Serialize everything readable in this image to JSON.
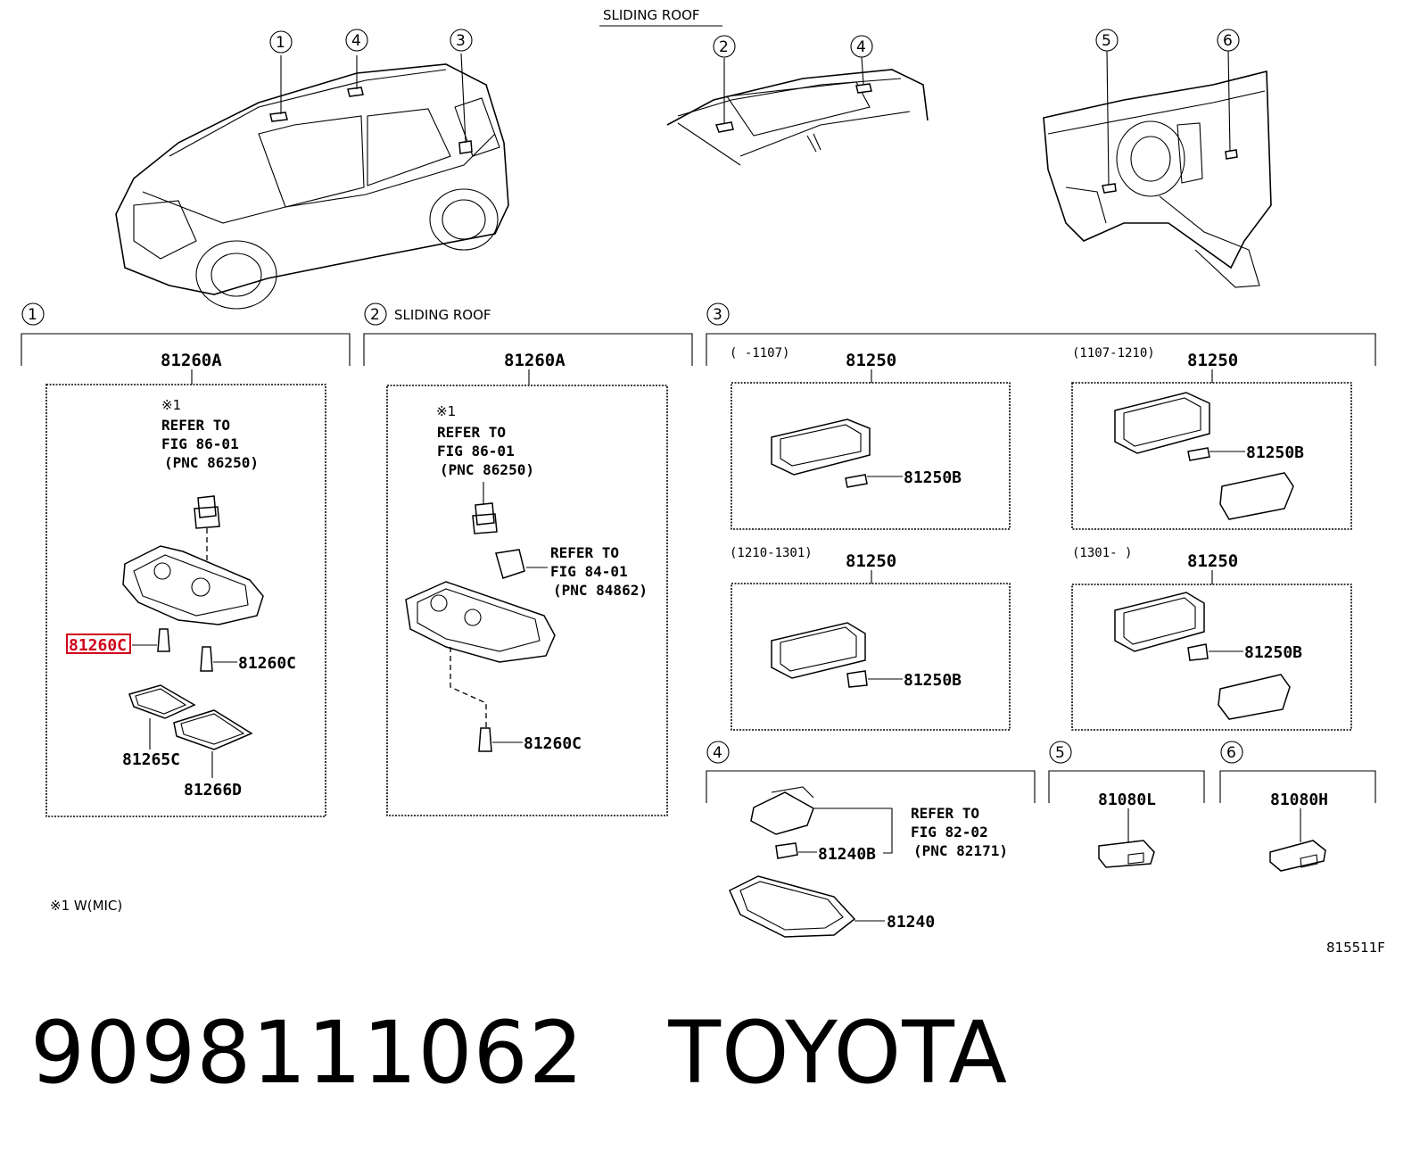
{
  "header": {
    "sliding_roof_title": "SLIDING ROOF"
  },
  "overview_markers": [
    "1",
    "4",
    "3",
    "2",
    "4",
    "5",
    "6"
  ],
  "sections": {
    "s1": {
      "marker": "1",
      "assembly": "81260A",
      "refer_mark": "※1",
      "refer_l1": "REFER TO",
      "refer_l2": "FIG 86-01",
      "refer_l3": "(PNC 86250)",
      "parts": {
        "bulb_left": "81260C",
        "bulb_right": "81260C",
        "lens": "81265C",
        "cover": "81266D"
      }
    },
    "s2": {
      "marker": "2",
      "title": "SLIDING ROOF",
      "assembly": "81260A",
      "refer_mark": "※1",
      "refer_l1": "REFER TO",
      "refer_l2": "FIG 86-01",
      "refer_l3": "(PNC 86250)",
      "refer2_l1": "REFER TO",
      "refer2_l2": "FIG 84-01",
      "refer2_l3": "(PNC 84862)",
      "bulb": "81260C"
    },
    "s3": {
      "marker": "3",
      "panels": [
        {
          "range": "(      -1107)",
          "assembly": "81250",
          "bulb": "81250B"
        },
        {
          "range": "(1107-1210)",
          "assembly": "81250",
          "bulb": "81250B"
        },
        {
          "range": "(1210-1301)",
          "assembly": "81250",
          "bulb": "81250B"
        },
        {
          "range": "(1301-      )",
          "assembly": "81250",
          "bulb": "81250B"
        }
      ]
    },
    "s4": {
      "marker": "4",
      "refer_l1": "REFER TO",
      "refer_l2": "FIG 82-02",
      "refer_l3": "(PNC 82171)",
      "bulb": "81240B",
      "lamp": "81240"
    },
    "s5": {
      "marker": "5",
      "part": "81080L"
    },
    "s6": {
      "marker": "6",
      "part": "81080H"
    }
  },
  "footnote": "※1 W(MIC)",
  "figure_code": "815511F",
  "caption": {
    "part_number": "9098111062",
    "brand": "TOYOTA"
  },
  "highlight_color": "#d0021b"
}
